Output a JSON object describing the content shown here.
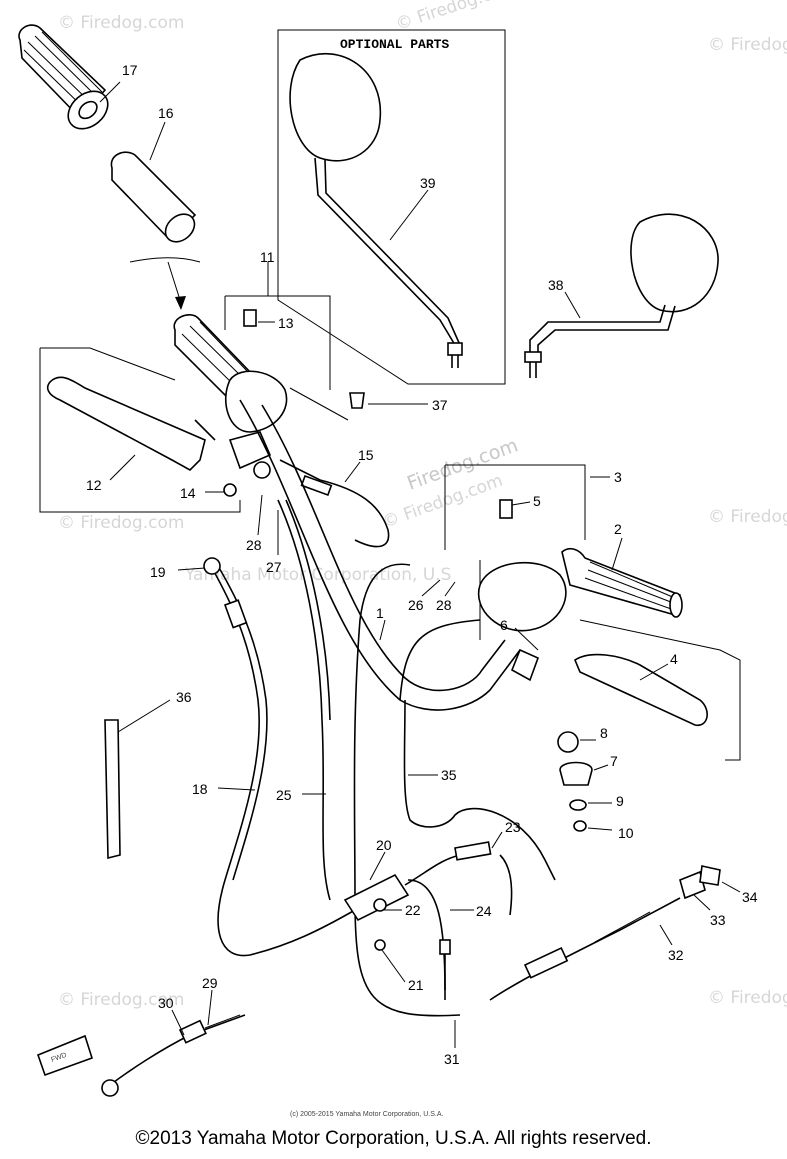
{
  "diagram": {
    "optional_parts_label": "OPTIONAL PARTS",
    "fwd_label": "FWD",
    "small_copyright": "(c) 2005-2015 Yamaha Motor Corporation, U.S.A.",
    "footer_copyright": "©2013 Yamaha Motor Corporation, U.S.A. All rights reserved.",
    "watermarks": [
      "© Firedog.com",
      "© Firedog.com",
      "© Firedog.com",
      "Firedog.com",
      "© Firedog.com",
      "© Firedog.com",
      "© Firedog.com",
      "© Firedog.com",
      "© Firedog.com"
    ],
    "watermark_yamaha": "Yamaha Motor Corporation, U.S",
    "callouts": [
      "17",
      "16",
      "11",
      "13",
      "37",
      "12",
      "14",
      "15",
      "3",
      "5",
      "2",
      "19",
      "28",
      "27",
      "26",
      "28",
      "6",
      "1",
      "4",
      "8",
      "7",
      "9",
      "10",
      "36",
      "18",
      "25",
      "35",
      "23",
      "20",
      "22",
      "24",
      "21",
      "34",
      "33",
      "32",
      "29",
      "30",
      "31",
      "39",
      "38"
    ]
  }
}
